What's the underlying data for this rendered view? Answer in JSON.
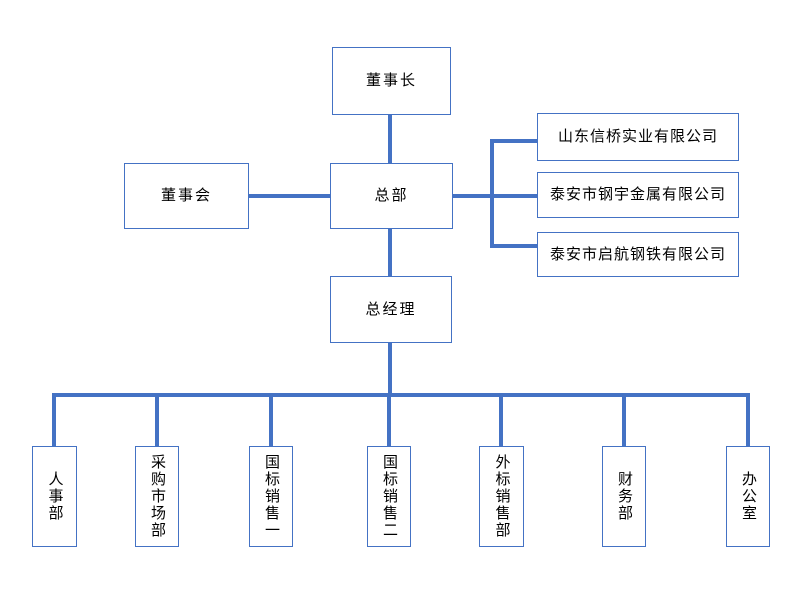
{
  "colors": {
    "accent": "#4472C4",
    "text": "#000000",
    "background": "#FFFFFF"
  },
  "org_chart": {
    "chairman": "董事长",
    "board": "董事会",
    "headquarters": "总部",
    "general_manager": "总经理",
    "subsidiaries": [
      "山东信桥实业有限公司",
      "泰安市钢宇金属有限公司",
      "泰安市启航钢铁有限公司"
    ],
    "departments": [
      "人事部",
      "采购市场部",
      "国标销售一",
      "国标销售二",
      "外标销售部",
      "财务部",
      "办公室"
    ]
  }
}
